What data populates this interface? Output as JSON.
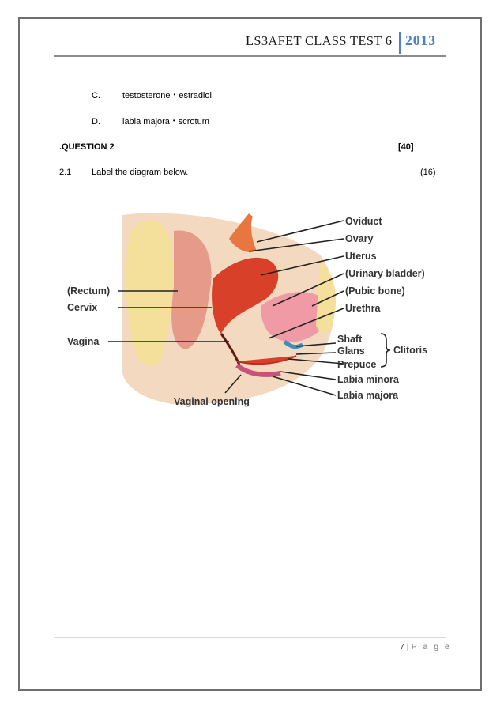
{
  "header": {
    "title": "LS3AFET CLASS TEST 6",
    "year": "2013"
  },
  "options": [
    {
      "letter": "C.",
      "left": "testosterone",
      "right": "estradiol"
    },
    {
      "letter": "D.",
      "left": "labia majora",
      "right": "scrotum"
    }
  ],
  "bullet": "•",
  "question": {
    "title": ".QUESTION 2",
    "marks": "[40]",
    "sub_number": "2.1",
    "sub_text": "Label the diagram below.",
    "sub_marks": "(16)"
  },
  "diagram": {
    "labels": {
      "oviduct": "Oviduct",
      "ovary": "Ovary",
      "uterus": "Uterus",
      "urinary_bladder": "(Urinary bladder)",
      "pubic_bone": "(Pubic bone)",
      "urethra": "Urethra",
      "rectum": "(Rectum)",
      "cervix": "Cervix",
      "vagina": "Vagina",
      "shaft": "Shaft",
      "glans": "Glans",
      "clitoris": "Clitoris",
      "prepuce": "Prepuce",
      "labia_minora": "Labia minora",
      "labia_majora": "Labia majora",
      "vaginal_opening": "Vaginal opening"
    }
  },
  "footer": {
    "page_number": "7",
    "separator": "|",
    "page_word": "P a g e"
  }
}
